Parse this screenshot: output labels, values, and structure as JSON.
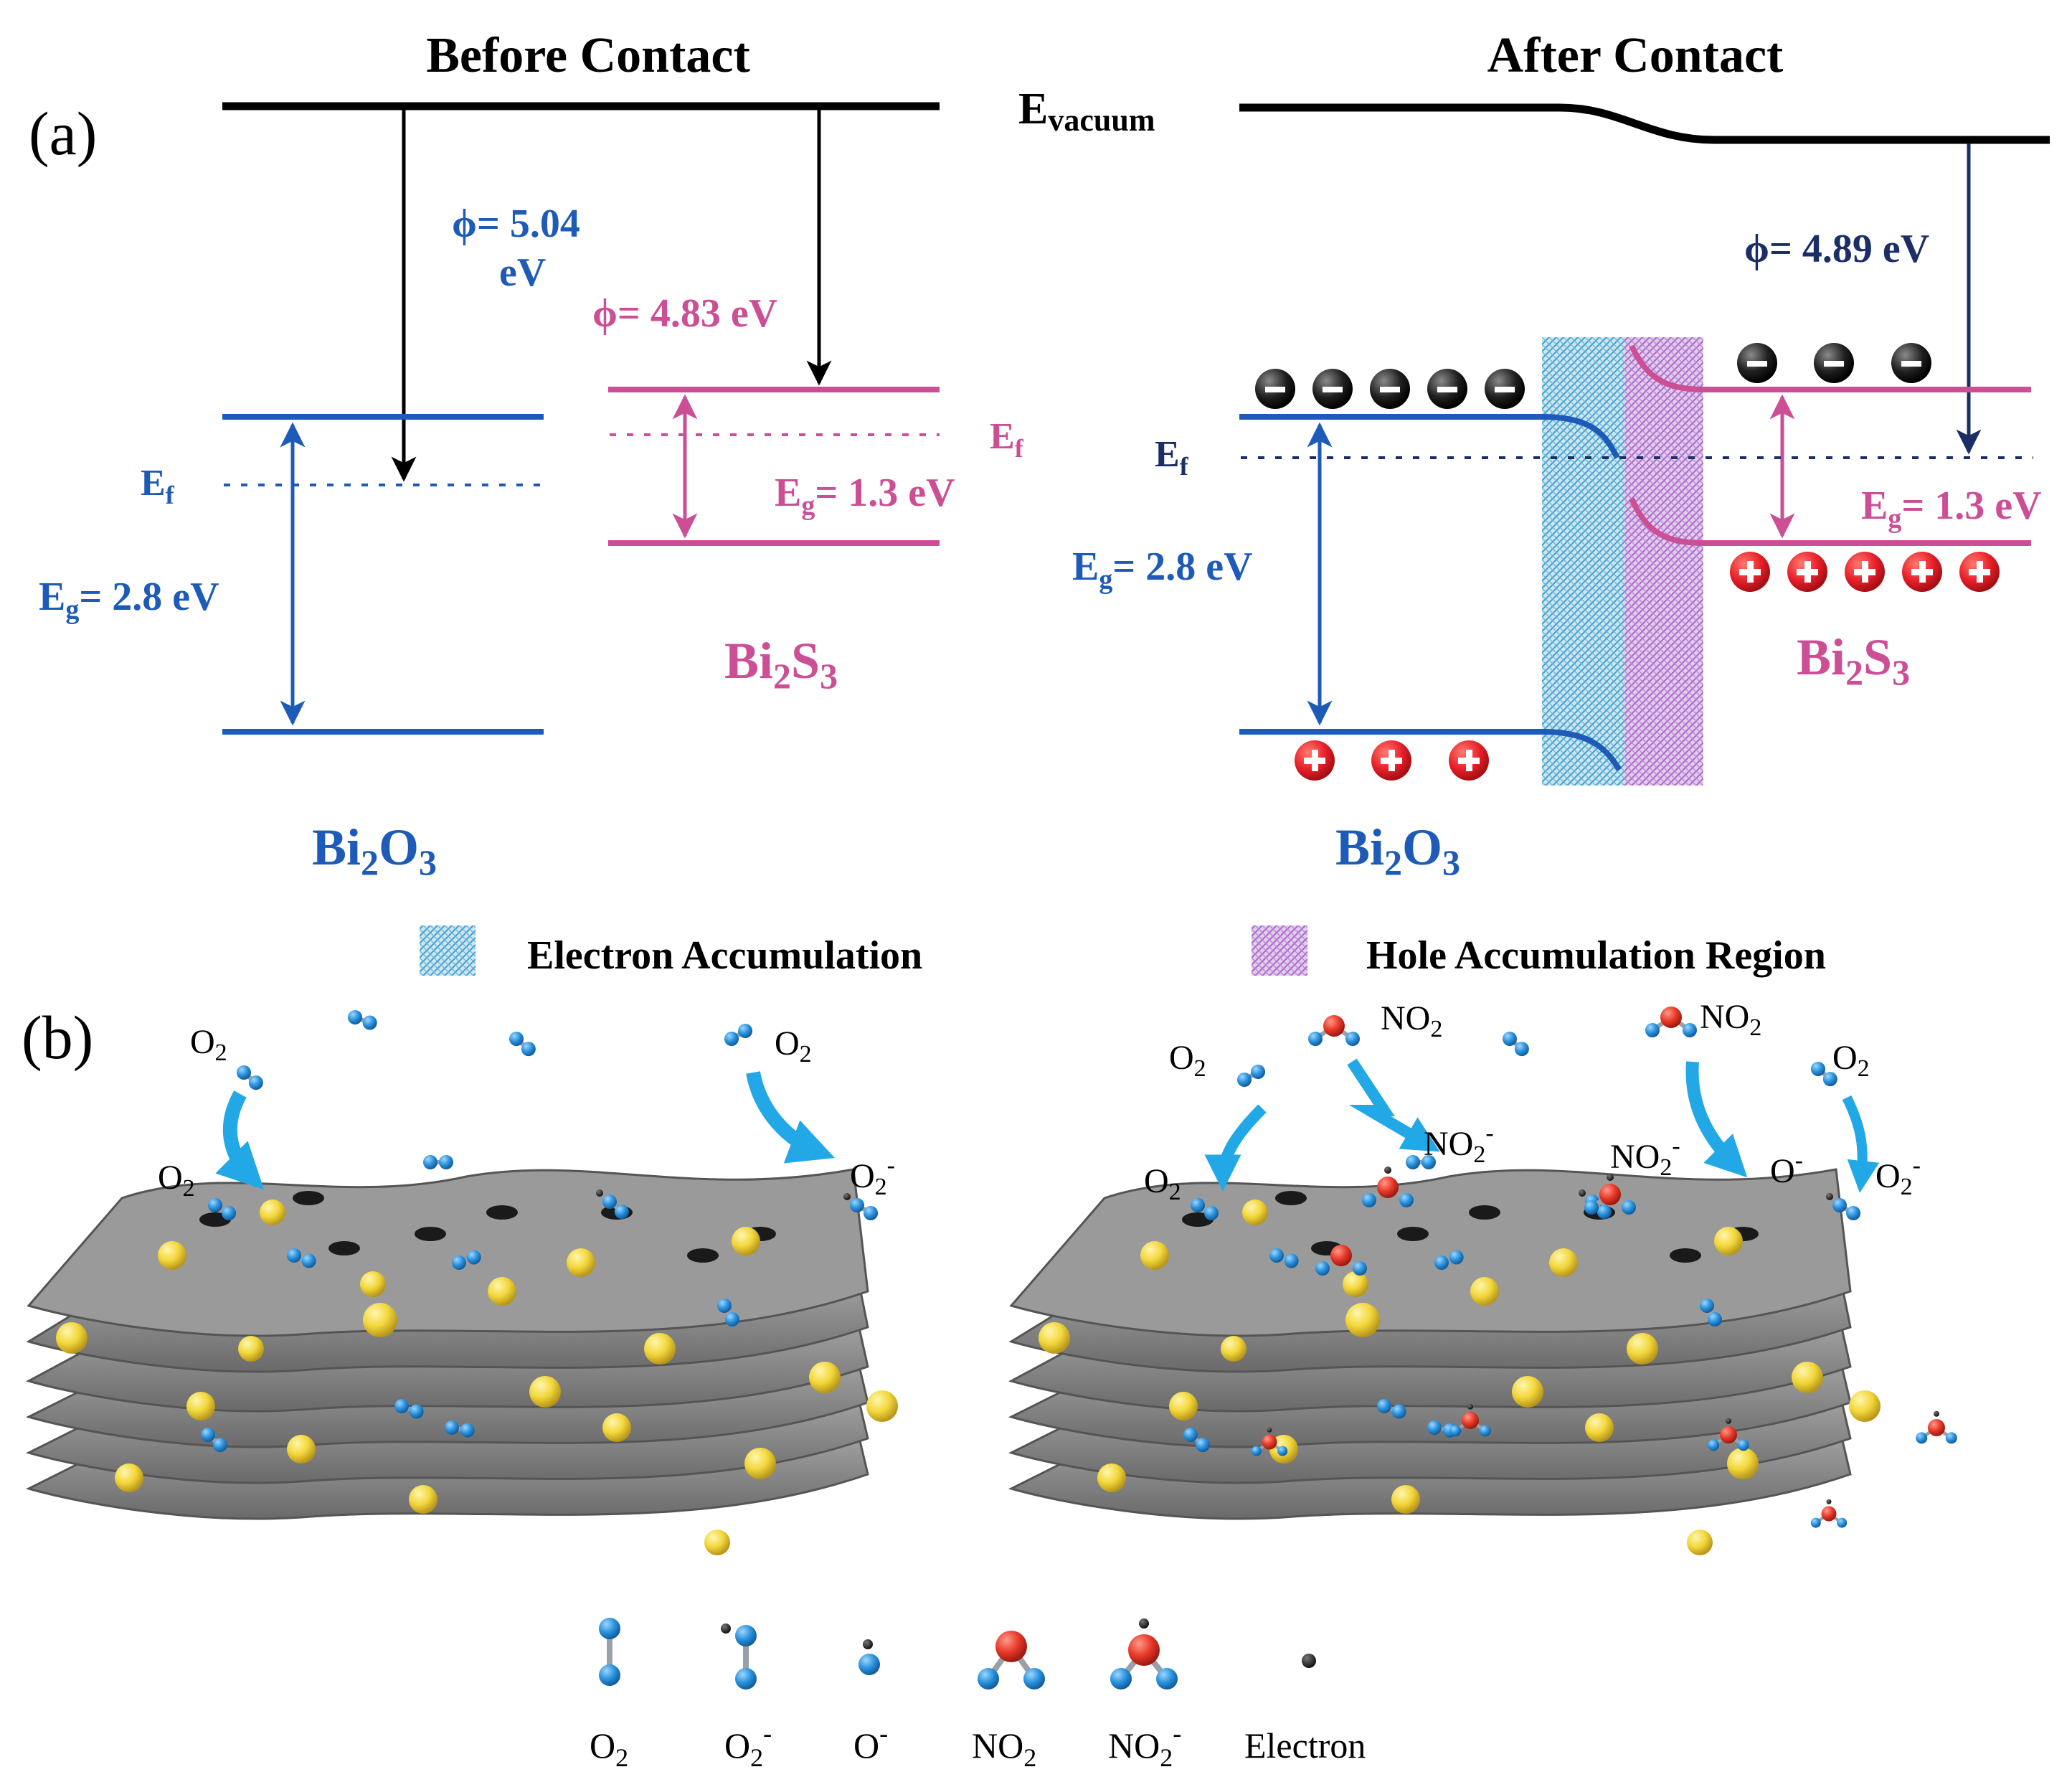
{
  "panel_a": {
    "label": "(a)",
    "before_title": "Before Contact",
    "after_title": "After Contact",
    "e_vacuum": {
      "main": "E",
      "sub": "vacuum"
    },
    "before": {
      "phi_bi2o3": "ϕ= 5.04",
      "phi_bi2o3_unit": "eV",
      "phi_bi2s3": "ϕ= 4.83 eV",
      "ef_left": {
        "main": "E",
        "sub": "f"
      },
      "ef_right": {
        "main": "E",
        "sub": "f"
      },
      "eg_bi2o3": {
        "main": "E",
        "sub": "g",
        "rest": "= 2.8 eV"
      },
      "eg_bi2s3": {
        "main": "E",
        "sub": "g",
        "rest": "= 1.3 eV"
      },
      "bi2s3": {
        "a": "Bi",
        "b": "2",
        "c": "S",
        "d": "3"
      },
      "bi2o3": {
        "a": "Bi",
        "b": "2",
        "c": "O",
        "d": "3"
      }
    },
    "after": {
      "phi": "ϕ= 4.89 eV",
      "ef": {
        "main": "E",
        "sub": "f"
      },
      "eg_bi2o3": {
        "main": "E",
        "sub": "g",
        "rest": "= 2.8 eV"
      },
      "eg_bi2s3": {
        "main": "E",
        "sub": "g",
        "rest": "= 1.3 eV"
      },
      "bi2s3": {
        "a": "Bi",
        "b": "2",
        "c": "S",
        "d": "3"
      },
      "bi2o3": {
        "a": "Bi",
        "b": "2",
        "c": "O",
        "d": "3"
      }
    },
    "legend": {
      "electron": "Electron Accumulation",
      "hole": "Hole Accumulation Region"
    }
  },
  "panel_b": {
    "label": "(b)",
    "left_labels": {
      "o2_top_left": {
        "main": "O",
        "sub": "2"
      },
      "o2_top_right": {
        "main": "O",
        "sub": "2"
      },
      "o2_surface": {
        "main": "O",
        "sub": "2"
      },
      "o2_minus": {
        "main": "O",
        "sub": "2",
        "sup": "-"
      }
    },
    "right_labels": {
      "o2_left": {
        "main": "O",
        "sub": "2"
      },
      "no2_a": {
        "main": "NO",
        "sub": "2"
      },
      "no2_b": {
        "main": "NO",
        "sub": "2"
      },
      "o2_right": {
        "main": "O",
        "sub": "2"
      },
      "o2_surface": {
        "main": "O",
        "sub": "2"
      },
      "no2_minus_a": {
        "main": "NO",
        "sub": "2",
        "sup": "-"
      },
      "no2_minus_b": {
        "main": "NO",
        "sub": "2",
        "sup": "-"
      },
      "o_minus": {
        "main": "O",
        "sup": "-"
      },
      "o2_minus": {
        "main": "O",
        "sub": "2",
        "sup": "-"
      }
    },
    "legend": [
      {
        "main": "O",
        "sub": "2",
        "sup": ""
      },
      {
        "main": "O",
        "sub": "2",
        "sup": "-"
      },
      {
        "main": "O",
        "sub": "",
        "sup": "-"
      },
      {
        "main": "NO",
        "sub": "2",
        "sup": ""
      },
      {
        "main": "NO",
        "sub": "2",
        "sup": "-"
      },
      {
        "main": "Electron",
        "sub": "",
        "sup": ""
      }
    ]
  },
  "colors": {
    "bi2o3_blue": "#1e5bb8",
    "bi2s3_pink": "#cc4f95",
    "navy": "#1b2f66",
    "black": "#000000",
    "hole_red": "#e8202a",
    "o_atom": "#2a93de",
    "n_atom": "#e83a2a",
    "s_atom": "#f2d73a",
    "sheet": "#7c7c7c",
    "arrow_cyan": "#22a8e6"
  }
}
